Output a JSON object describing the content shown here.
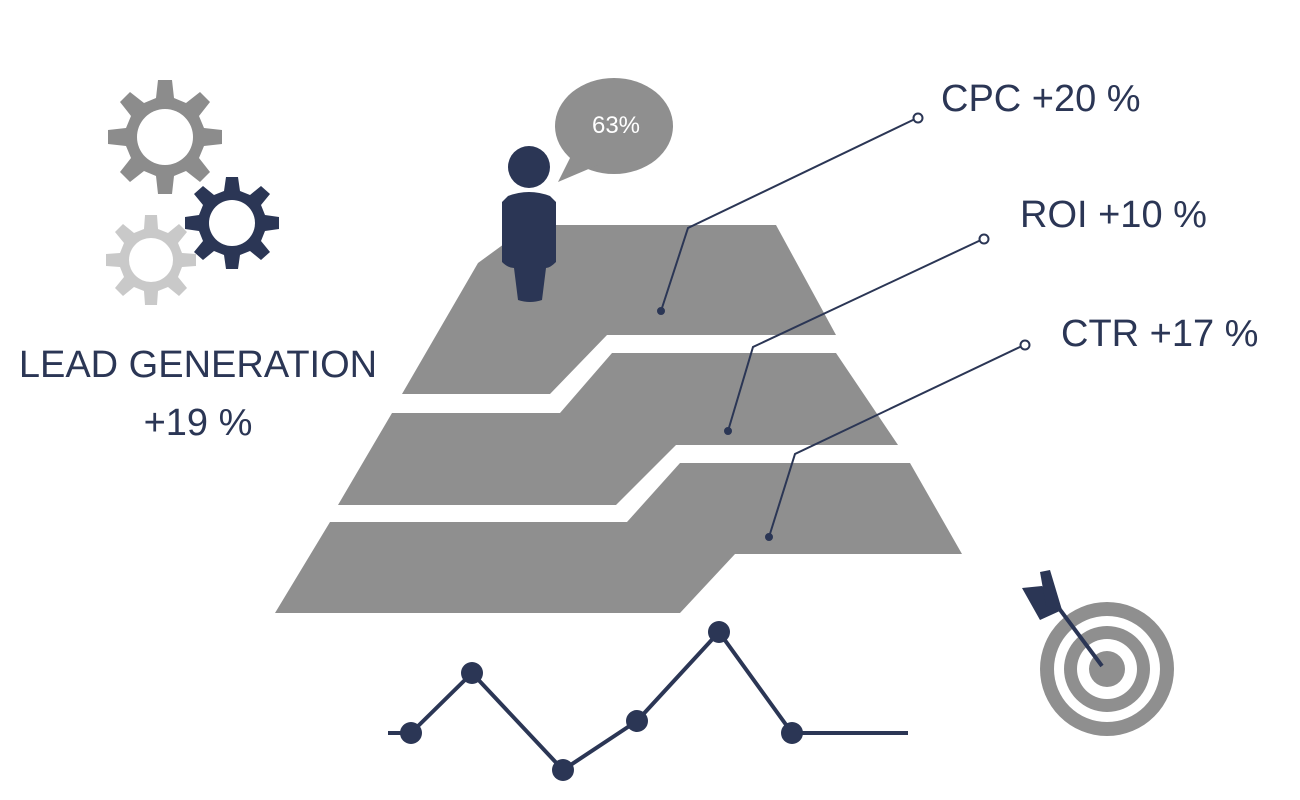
{
  "bubble": {
    "value": "63%"
  },
  "lead_generation": {
    "label": "LEAD GENERATION",
    "value": "+19 %"
  },
  "metrics": [
    {
      "label": "CPC +20 %"
    },
    {
      "label": "ROI +10 %"
    },
    {
      "label": "CTR +17 %"
    }
  ],
  "colors": {
    "navy": "#2b3655",
    "gray": "#8f8f8f",
    "light_gray": "#c9c9c9",
    "gear_gray": "#8c8c8c"
  },
  "icons": [
    "gear-icon",
    "person-icon",
    "speech-bubble-icon",
    "target-icon",
    "arrow-icon",
    "line-chart-icon"
  ]
}
